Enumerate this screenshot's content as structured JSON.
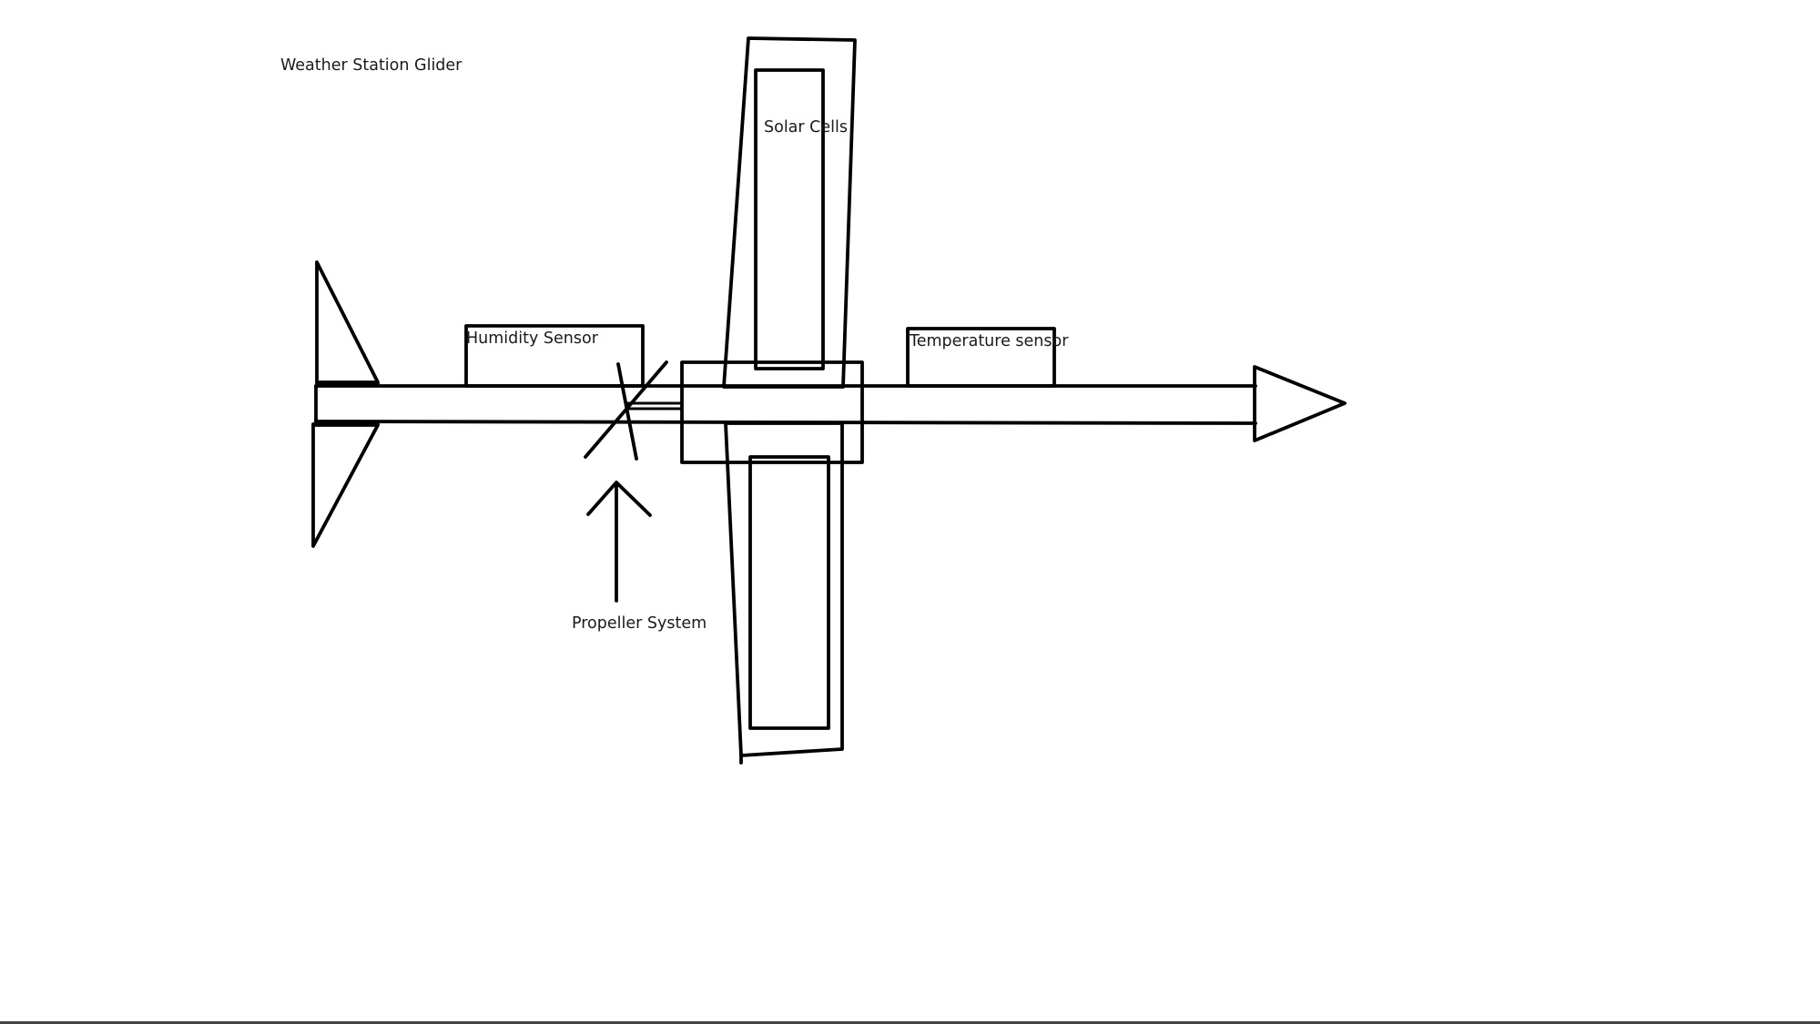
{
  "diagram": {
    "title": "Weather Station Glider",
    "labels": {
      "solar_cells": "Solar Cells",
      "humidity_sensor": "Humidity Sensor",
      "temperature_sensor": "Temperature sensor",
      "propeller_system": "Propeller System"
    }
  },
  "colors": {
    "background": "#ffffff",
    "line": "#000000",
    "text": "#1a1a1a"
  }
}
